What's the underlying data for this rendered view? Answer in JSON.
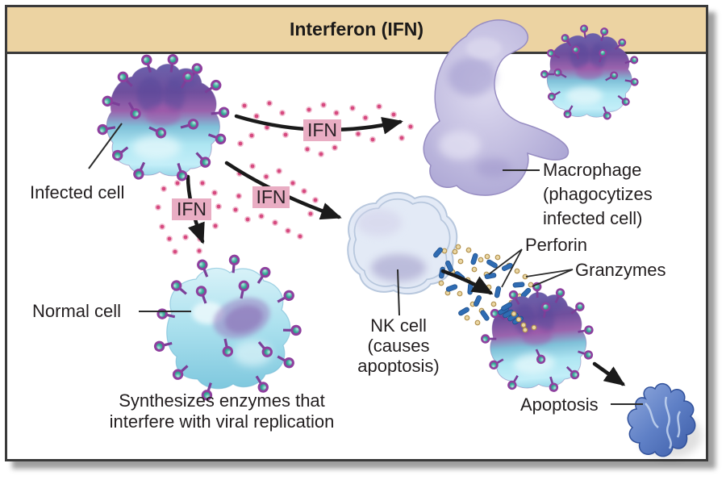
{
  "figure": {
    "title": "Interferon (IFN)",
    "ifn_badge": "IFN",
    "labels": {
      "infected_cell": "Infected cell",
      "normal_cell": "Normal cell",
      "macrophage": "Macrophage\n(phagocytizes\ninfected cell)",
      "nk_cell": "NK cell\n(causes\napoptosis)",
      "perforin": "Perforin",
      "granzymes": "Granzymes",
      "apoptosis": "Apoptosis",
      "normal_cell_caption": "Synthesizes enzymes that\ninterfere with viral replication"
    },
    "colors": {
      "header_bg": "#ecd3a2",
      "frame_border": "#3a3a3a",
      "ifn_badge_bg": "#e9adc3",
      "ifn_molecule_pink": "#d6497f",
      "perforin_blue": "#2f6cb3",
      "granzyme_tan": "#ead7a4",
      "label_text": "#231f20"
    }
  }
}
